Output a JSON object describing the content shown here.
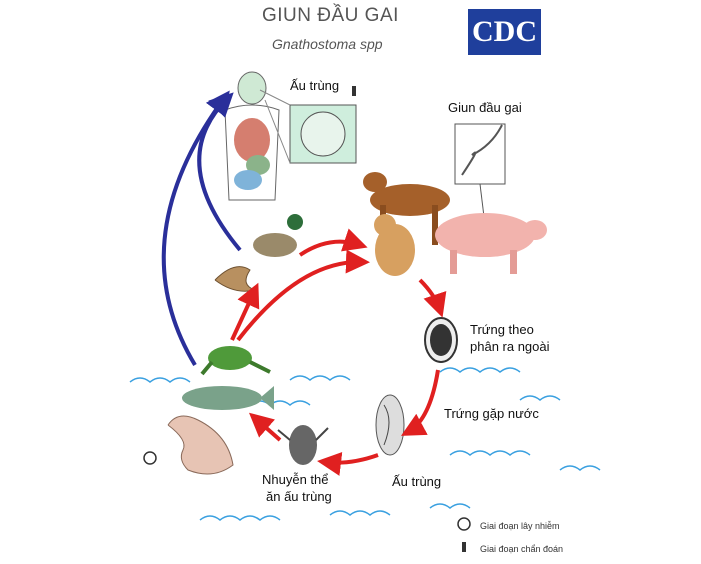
{
  "header": {
    "title": "GIUN ĐẦU GAI",
    "subtitle": "Gnathostoma spp",
    "logo": "CDC"
  },
  "labels": {
    "larva_human": "Ấu trùng",
    "adult_worm": "Giun đầu gai",
    "eggs_feces_line1": "Trứng theo",
    "eggs_feces_line2": "phân ra ngoài",
    "eggs_water": "Trứng gặp nước",
    "larva_water": "Ấu trùng",
    "copepod_line1": "Nhuyễn thể",
    "copepod_line2": "ăn ấu trùng"
  },
  "legend": [
    {
      "icon": "biohazard-icon",
      "label": "Giai đoạn lây nhiễm"
    },
    {
      "icon": "microscope-icon",
      "label": "Giai đoạn chẩn đoán"
    }
  ],
  "colors": {
    "infection_arrow": "#e02020",
    "human_arrow": "#2a2f9a",
    "water": "#3aa0e0",
    "cdc": "#1f3f9c"
  }
}
